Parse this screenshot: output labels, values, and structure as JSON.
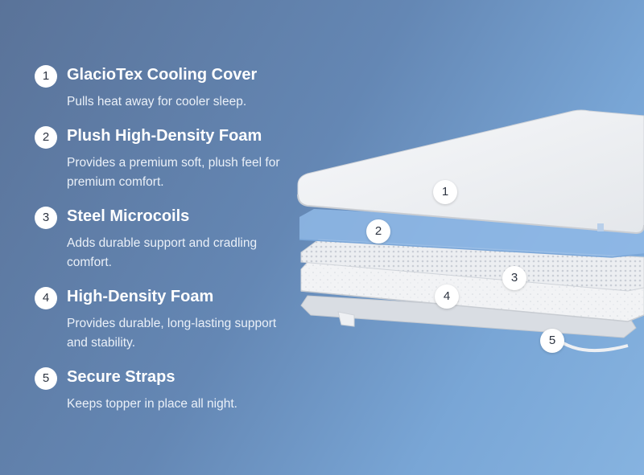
{
  "layers": [
    {
      "number": "1",
      "title": "GlacioTex Cooling Cover",
      "description": "Pulls heat away for cooler sleep."
    },
    {
      "number": "2",
      "title": "Plush High-Density Foam",
      "description": "Provides a premium soft, plush feel for premium comfort."
    },
    {
      "number": "3",
      "title": "Steel Microcoils",
      "description": "Adds durable support and cradling comfort."
    },
    {
      "number": "4",
      "title": "High-Density Foam",
      "description": "Provides durable, long-lasting support and stability."
    },
    {
      "number": "5",
      "title": "Secure Straps",
      "description": "Keeps topper in place all night."
    }
  ],
  "callouts": [
    "1",
    "2",
    "3",
    "4",
    "5"
  ],
  "colors": {
    "background_start": "#5a7399",
    "background_end": "#86b3e0",
    "cover": "#f3f4f6",
    "plush_foam": "#8fb8e6",
    "badge": "#ffffff"
  }
}
